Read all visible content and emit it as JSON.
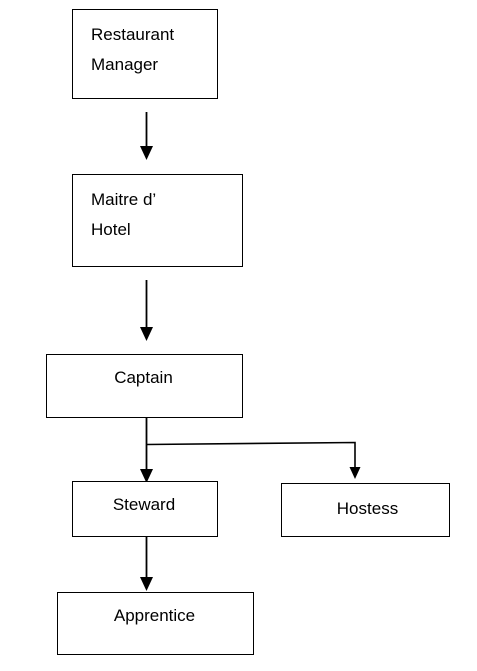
{
  "nodes": {
    "restaurant_manager": {
      "line1": "Restaurant",
      "line2": "Manager"
    },
    "maitre_d_hotel": {
      "line1": "Maitre d’",
      "line2": "Hotel"
    },
    "captain": {
      "label": "Captain"
    },
    "steward": {
      "label": "Steward"
    },
    "hostess": {
      "label": "Hostess"
    },
    "apprentice": {
      "label": "Apprentice"
    }
  },
  "edges": [
    {
      "from": "Restaurant Manager",
      "to": "Maitre d’ Hotel"
    },
    {
      "from": "Maitre d’ Hotel",
      "to": "Captain"
    },
    {
      "from": "Captain",
      "to": "Steward"
    },
    {
      "from": "Captain",
      "to": "Hostess"
    },
    {
      "from": "Steward",
      "to": "Apprentice"
    }
  ]
}
